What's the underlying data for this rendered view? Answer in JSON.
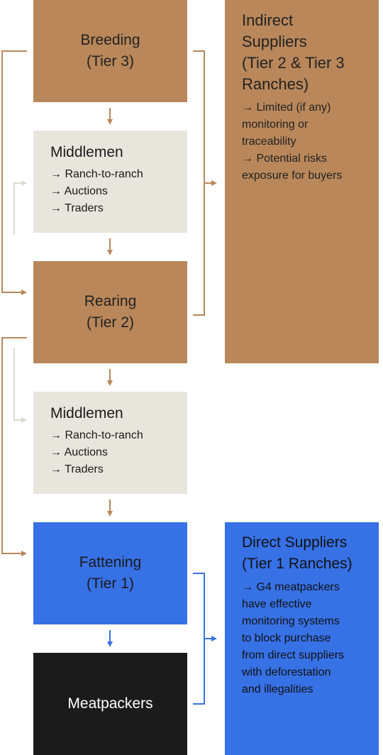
{
  "nodes": {
    "breeding": {
      "line1": "Breeding",
      "line2": "(Tier 3)"
    },
    "middlemen1": {
      "title": "Middlemen",
      "items": [
        "→ Ranch-to-ranch",
        "→ Auctions",
        "→ Traders"
      ]
    },
    "rearing": {
      "line1": "Rearing",
      "line2": "(Tier 2)"
    },
    "middlemen2": {
      "title": "Middlemen",
      "items": [
        "→ Ranch-to-ranch",
        "→ Auctions",
        "→ Traders"
      ]
    },
    "fattening": {
      "line1": "Fattening",
      "line2": "(Tier 1)"
    },
    "meatpackers": {
      "label": "Meatpackers"
    }
  },
  "indirect": {
    "title_lines": [
      "Indirect",
      "Suppliers",
      "(Tier 2 & Tier 3",
      "Ranches)"
    ],
    "text_lines": [
      "→ Limited (if any)",
      "monitoring or",
      "traceability",
      "→ Potential risks",
      "exposure for buyers"
    ]
  },
  "direct": {
    "title_lines": [
      "Direct Suppliers",
      "(Tier 1 Ranches)"
    ],
    "text_lines": [
      "→ G4 meatpackers",
      "have effective",
      "monitoring systems",
      "to block purchase",
      "from direct suppliers",
      "with deforestation",
      "and illegalities"
    ]
  },
  "colors": {
    "brown": "#b9875a",
    "light": "#e8e5dd",
    "blue": "#3771e6",
    "dark": "#1b1b1b",
    "connector_brown": "#b9875a",
    "connector_light": "#dcd9d0",
    "connector_blue": "#3771e6"
  }
}
